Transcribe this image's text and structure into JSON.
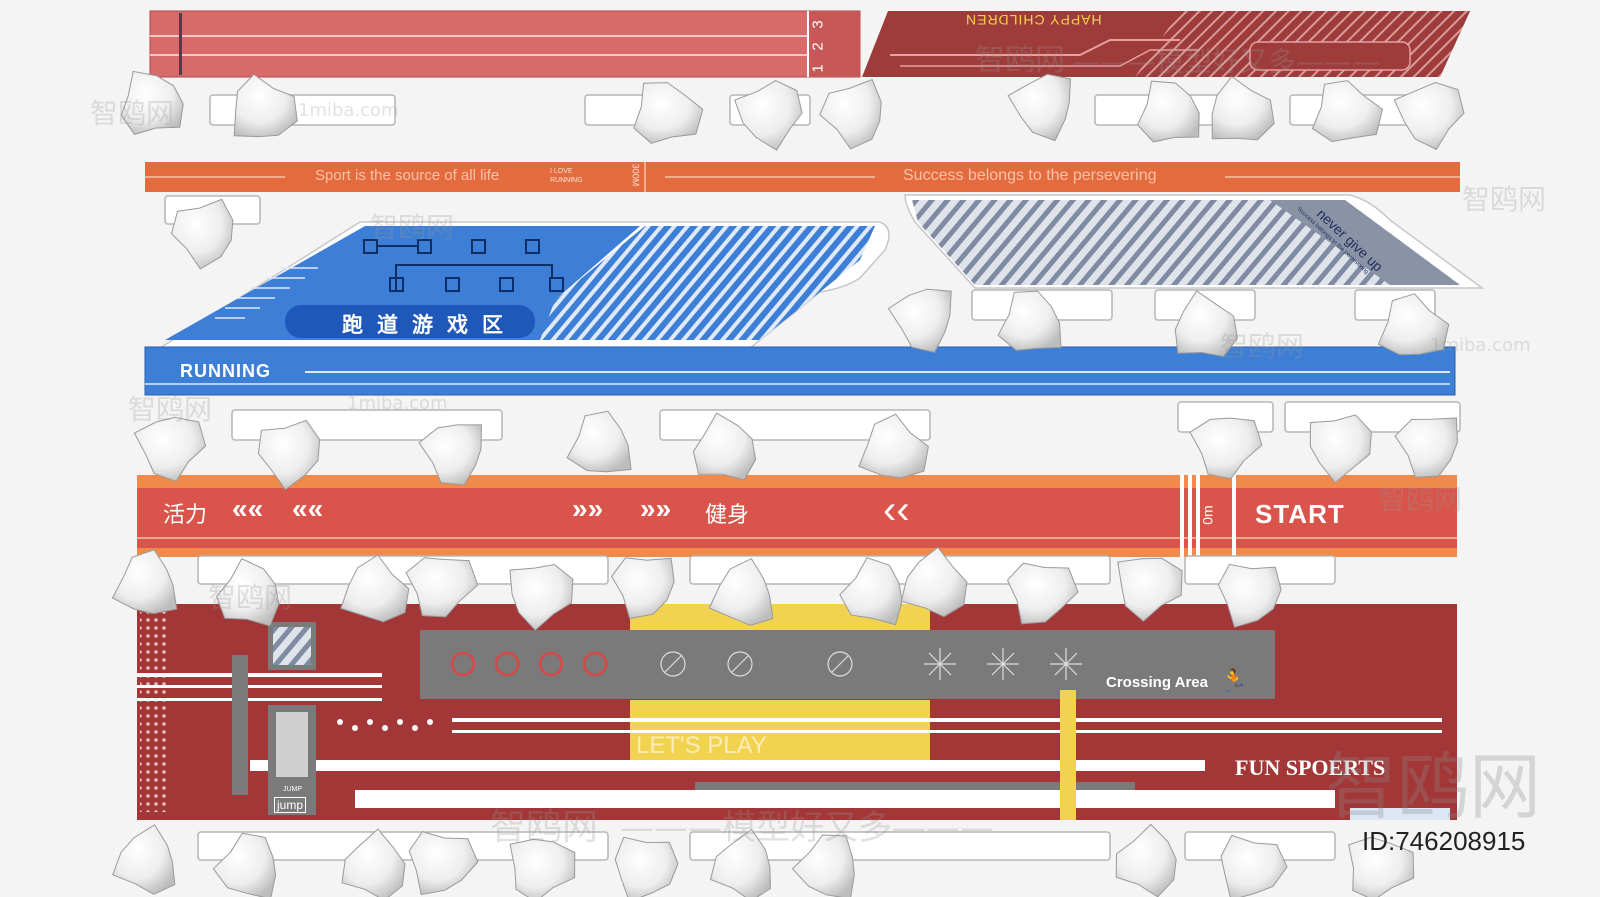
{
  "strips": {
    "top_left": {
      "lane_numbers": [
        "1",
        "2",
        "3"
      ],
      "color": "#d96a6a"
    },
    "happy": {
      "text": "HAPPY CHILDREN",
      "color": "#9e3b3b"
    },
    "orange": {
      "slogan_left": "Sport is the source of all life",
      "badge": "I LOVE RUNNING",
      "distance": "300M",
      "slogan_right": "Success belongs to the persevering",
      "color": "#e46b3e"
    },
    "blue_zone": {
      "zone_cn": "跑道游戏区",
      "color": "#3d7fd6"
    },
    "grey_zone": {
      "text": "never give up",
      "subtext": "Success belongs to the persevering",
      "color": "#8a93a6"
    },
    "running": {
      "label": "RUNNING",
      "color": "#3d7fd6"
    },
    "fitness": {
      "left_cn": "活力",
      "mid_cn": "健身",
      "arrows_left": "««",
      "arrows_right": "»»",
      "chevron": "‹‹",
      "distance": "0m",
      "start": "START",
      "color": "#d9544a",
      "edge_color": "#f08a4b"
    },
    "fun": {
      "crossing": "Crossing Area",
      "lets_play": "LET'S PLAY",
      "fun_sports": "FUN SPOERTS",
      "jump": "jump",
      "jump_small": "JUMP",
      "color": "#a33636",
      "yellow": "#f2d34f",
      "grey_panel": "#7a7a7a"
    }
  },
  "watermark": {
    "cn": "智鸥网",
    "cn_line": "———模型好又多———",
    "site": "1miba.com",
    "id_label": "ID:746208915"
  },
  "icons": [
    "tree-icon",
    "bench-icon",
    "runner-icon",
    "target-icon",
    "snowflake-icon"
  ]
}
